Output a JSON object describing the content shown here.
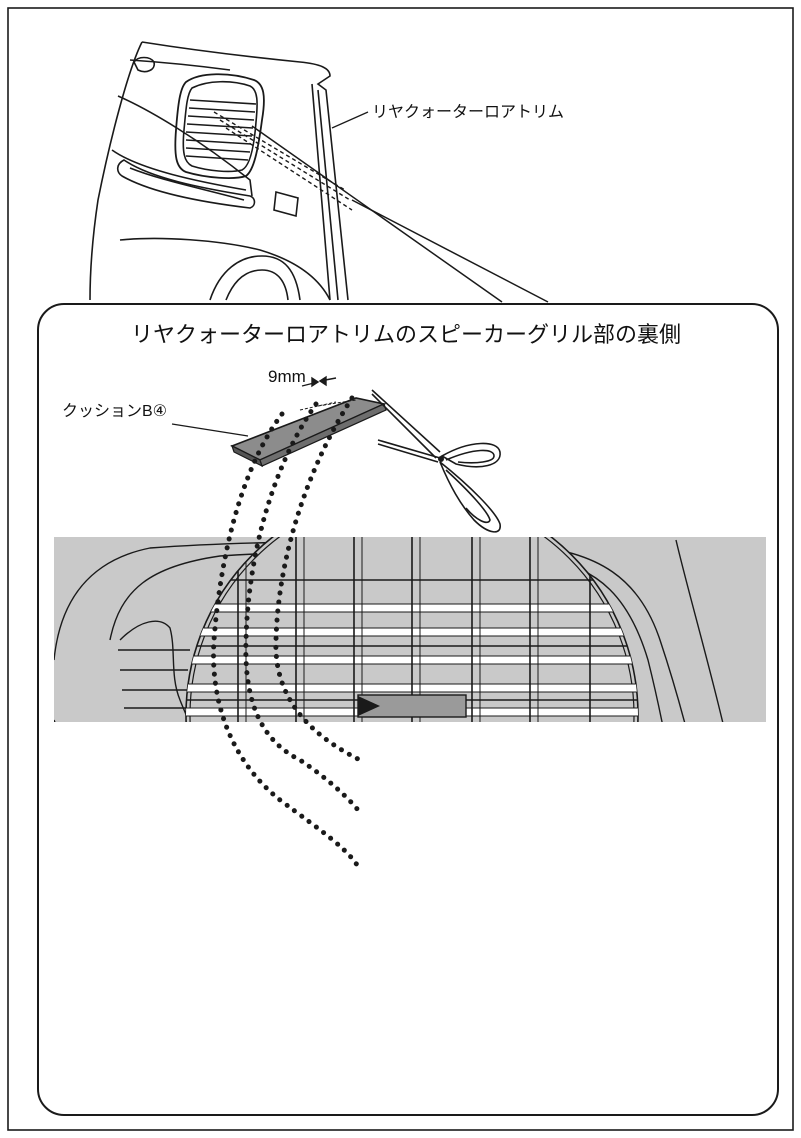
{
  "labels": {
    "trim_part": "リヤクォーターロアトリム",
    "detail_title": "リヤクォーターロアトリムのスピーカーグリル部の裏側",
    "cushion": "クッションB④",
    "dimension": "9mm"
  },
  "colors": {
    "line": "#1a1a1a",
    "panel_gray": "#c9c9c9",
    "cushion_gray": "#8c8c8c",
    "pad_gray": "#9a9a9a"
  },
  "icons": {
    "scissors": "scissors-icon",
    "placement_arrow": "arrow-icon"
  },
  "cushion_pads": {
    "count": 3
  }
}
